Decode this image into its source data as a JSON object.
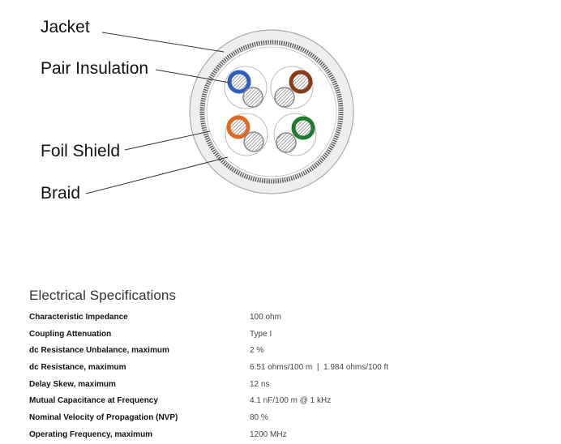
{
  "diagram": {
    "labels": {
      "jacket": "Jacket",
      "pair_insulation": "Pair Insulation",
      "foil_shield": "Foil Shield",
      "braid": "Braid"
    },
    "colors": {
      "pair_blue": "#2d5fbf",
      "pair_brown": "#8a3b15",
      "pair_orange": "#e06a22",
      "pair_green": "#1f7a2d",
      "jacket": "#eeeeee",
      "outline": "#999999"
    }
  },
  "specs": {
    "title": "Electrical Specifications",
    "rows": [
      {
        "label": "Characteristic Impedance",
        "value": "100 ohm"
      },
      {
        "label": "Coupling Attenuation",
        "value": "Type I"
      },
      {
        "label": "dc Resistance Unbalance, maximum",
        "value": "2 %"
      },
      {
        "label": "dc Resistance, maximum",
        "value": "6.51 ohms/100 m  |  1.984 ohms/100 ft"
      },
      {
        "label": "Delay Skew, maximum",
        "value": "12 ns"
      },
      {
        "label": "Mutual Capacitance at Frequency",
        "value": "4.1 nF/100 m @ 1 kHz"
      },
      {
        "label": "Nominal Velocity of Propagation (NVP)",
        "value": "80 %"
      },
      {
        "label": "Operating Frequency, maximum",
        "value": "1200 MHz"
      }
    ]
  }
}
